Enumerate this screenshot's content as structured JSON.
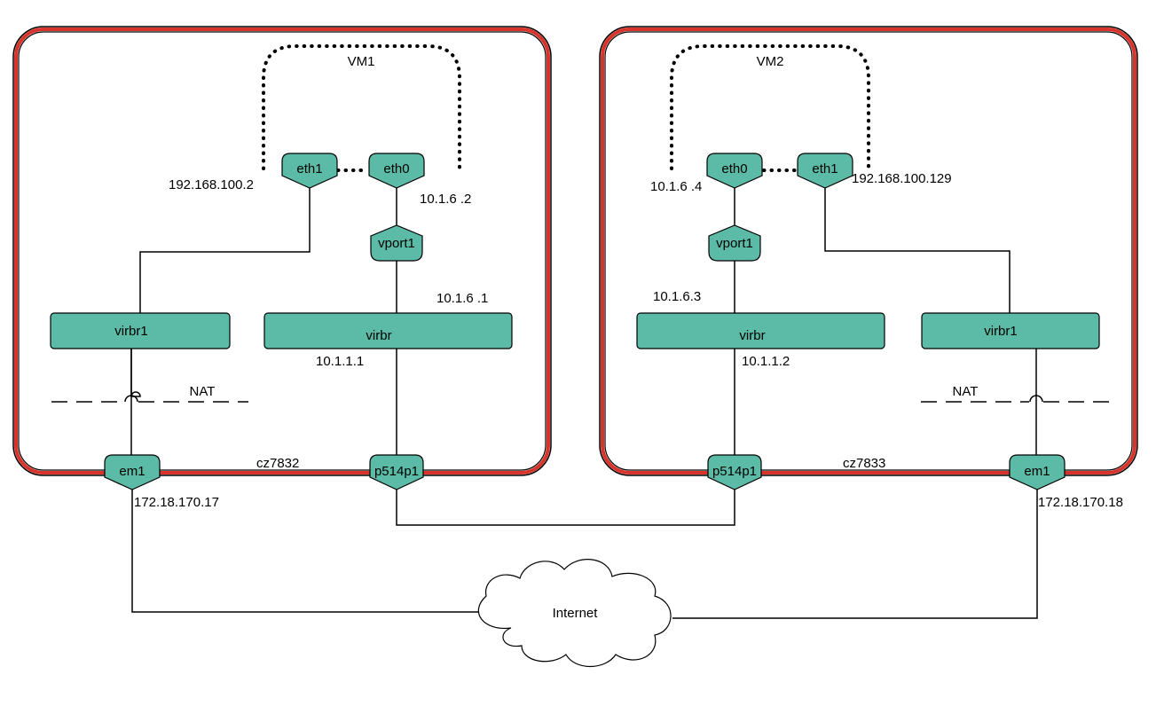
{
  "colors": {
    "host_border": "#d9342b",
    "node_fill": "#5bbba6",
    "line": "#000000"
  },
  "hosts": [
    {
      "name": "cz7832",
      "vm": {
        "name": "VM1",
        "eth1": {
          "label": "eth1",
          "ip": "192.168.100.2"
        },
        "eth0": {
          "label": "eth0",
          "ip": "10.1.6 .2"
        }
      },
      "vport": {
        "label": "vport1"
      },
      "virbr": {
        "label": "virbr",
        "ip_top": "10.1.6 .1",
        "ip_bottom": "10.1.1.1"
      },
      "virbr1": {
        "label": "virbr1"
      },
      "nat_label": "NAT",
      "em1": {
        "label": "em1",
        "ip": "172.18.170.17"
      },
      "p514p1": {
        "label": "p514p1"
      }
    },
    {
      "name": "cz7833",
      "vm": {
        "name": "VM2",
        "eth0": {
          "label": "eth0",
          "ip": "10.1.6 .4"
        },
        "eth1": {
          "label": "eth1",
          "ip": "192.168.100.129"
        }
      },
      "vport": {
        "label": "vport1"
      },
      "virbr": {
        "label": "virbr",
        "ip_top": "10.1.6.3",
        "ip_bottom": "10.1.1.2"
      },
      "virbr1": {
        "label": "virbr1"
      },
      "nat_label": "NAT",
      "em1": {
        "label": "em1",
        "ip": "172.18.170.18"
      },
      "p514p1": {
        "label": "p514p1"
      }
    }
  ],
  "internet": {
    "label": "Internet"
  }
}
